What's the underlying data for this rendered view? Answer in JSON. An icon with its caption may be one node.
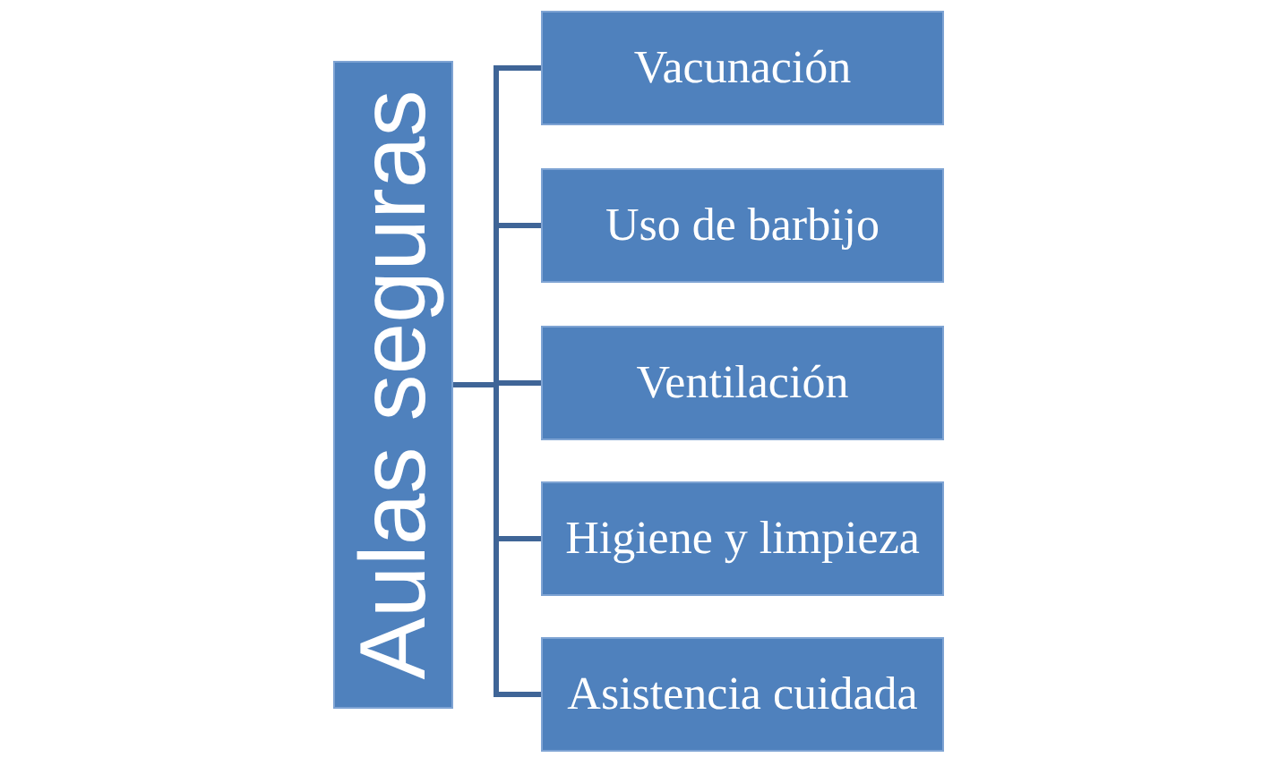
{
  "diagram": {
    "nodes": [
      {
        "text": [
          "Aulas seguras"
        ]
      },
      {
        "text": [
          "Vacunación"
        ]
      },
      {
        "text": [
          "Uso de barbijo"
        ]
      },
      {
        "text": [
          "Ventilación"
        ]
      },
      {
        "text": [
          "Higiene y limpieza"
        ]
      },
      {
        "text": [
          "Asistencia cuidada"
        ]
      }
    ],
    "edges": [
      {
        "from": 0,
        "to": 1,
        "arrow": "none"
      },
      {
        "from": 0,
        "to": 2,
        "arrow": "none"
      },
      {
        "from": 0,
        "to": 3,
        "arrow": "none"
      },
      {
        "from": 0,
        "to": 4,
        "arrow": "none"
      },
      {
        "from": 0,
        "to": 5,
        "arrow": "none"
      }
    ]
  }
}
